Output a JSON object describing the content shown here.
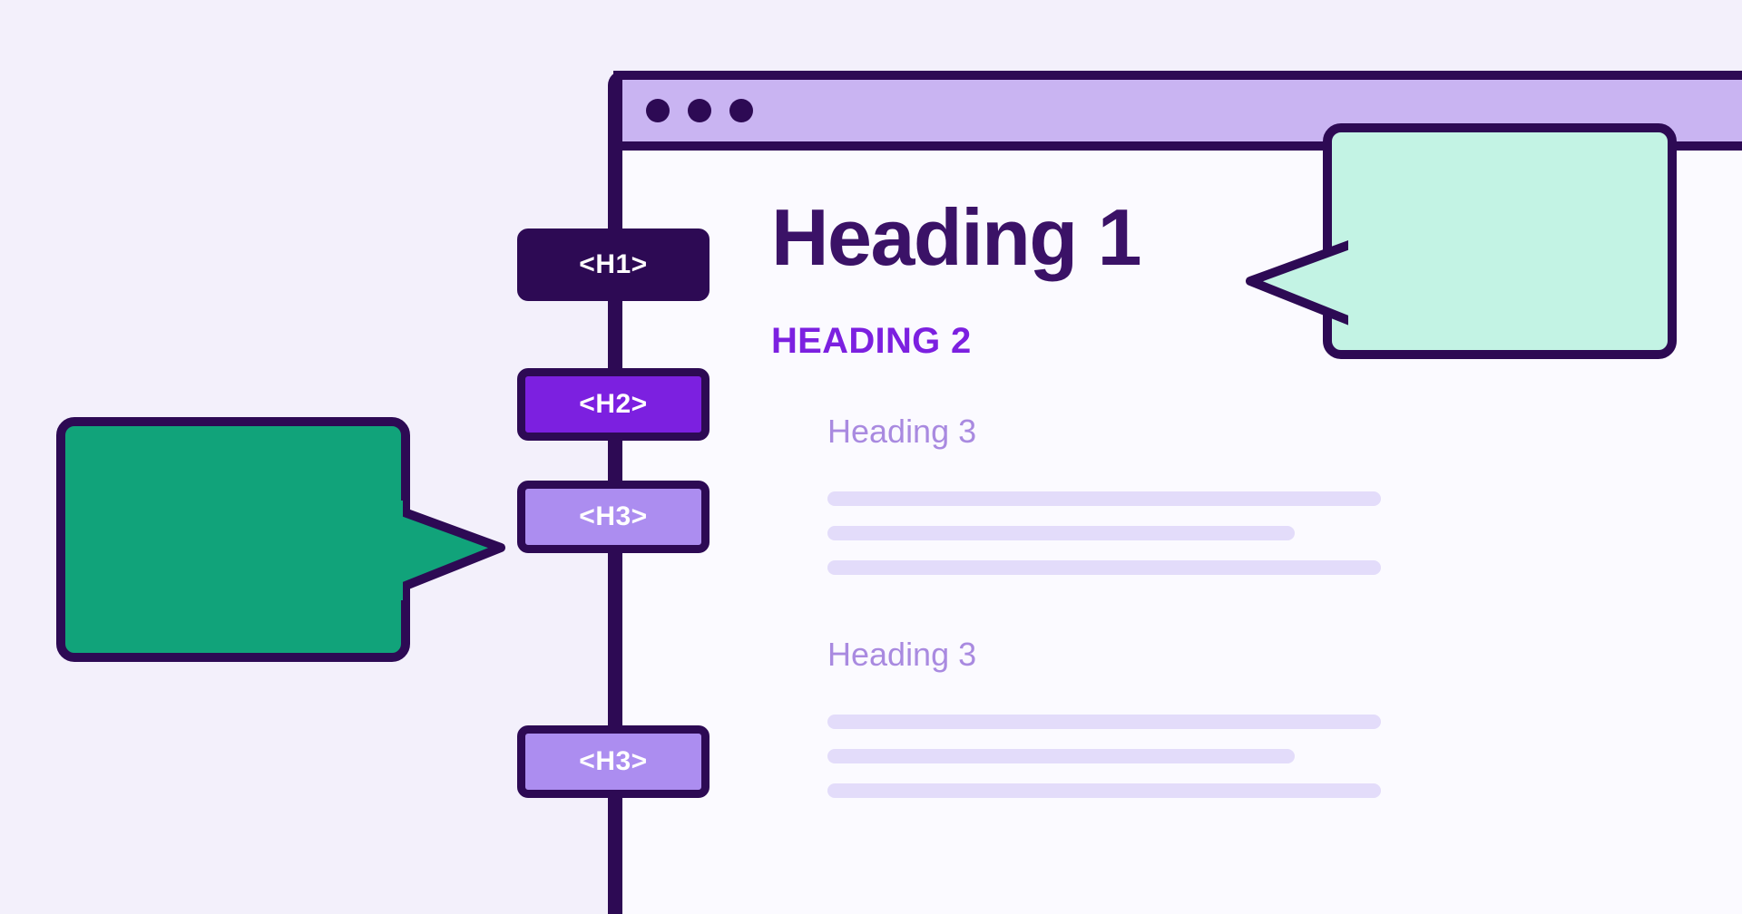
{
  "theme": {
    "background": "#f3f0fb",
    "ink": "#2d0a54",
    "h1_color": "#3b1267",
    "h2_color": "#7c20e0",
    "h3_color": "#a98ae0",
    "titlebar": "#c9b4f2",
    "page_surface": "#fbfaff",
    "text_line_color": "#e3dcfa",
    "bubble_green": "#11a37a",
    "bubble_mint": "#c3f3e4",
    "badge_h1_fill": "#2d0a54",
    "badge_h2_fill": "#7c20e0",
    "badge_h3_fill": "#ac8df0"
  },
  "browser": {
    "dots": [
      "dot-1",
      "dot-2",
      "dot-3"
    ]
  },
  "tags": {
    "h1": "<H1>",
    "h2": "<H2>",
    "h3_first": "<H3>",
    "h3_second": "<H3>"
  },
  "document": {
    "heading1": "Heading 1",
    "heading2": "HEADING 2",
    "heading3_first": "Heading 3",
    "heading3_second": "Heading 3",
    "paragraph_blocks": [
      {
        "lines": [
          "long",
          "short",
          "long"
        ]
      },
      {
        "lines": [
          "long",
          "short",
          "long"
        ]
      }
    ]
  },
  "callouts": {
    "green": {
      "text": "",
      "points_to": "h3-badge",
      "fill": "#11a37a"
    },
    "mint": {
      "text": "",
      "points_to": "heading-1",
      "fill": "#c3f3e4"
    }
  }
}
